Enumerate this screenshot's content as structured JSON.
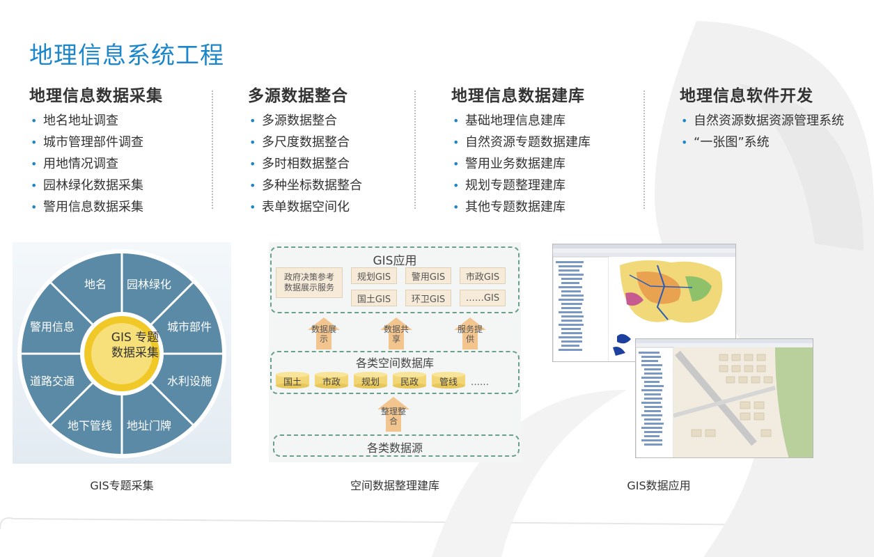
{
  "title": "地理信息系统工程",
  "columns": [
    {
      "heading": "地理信息数据采集",
      "items": [
        "地名地址调查",
        "城市管理部件调查",
        "用地情况调查",
        "园林绿化数据采集",
        "警用信息数据采集"
      ]
    },
    {
      "heading": "多源数据整合",
      "items": [
        "多源数据整合",
        "多尺度数据整合",
        "多时相数据整合",
        "多种坐标数据整合",
        "表单数据空间化"
      ]
    },
    {
      "heading": "地理信息数据建库",
      "items": [
        "基础地理信息建库",
        "自然资源专题数据建库",
        "警用业务数据建库",
        "规划专题整理建库",
        "其他专题数据建库"
      ]
    },
    {
      "heading": "地理信息软件开发",
      "items": [
        "自然资源数据资源管理系统",
        "“一张图”系统"
      ]
    }
  ],
  "wheel": {
    "center_line1": "GIS 专题",
    "center_line2": "数据采集",
    "segments": [
      "地名",
      "园林绿化",
      "城市部件",
      "水利设施",
      "地址门牌",
      "地下管线",
      "道路交通",
      "警用信息"
    ]
  },
  "flow": {
    "app_title": "GIS应用",
    "left_tag": "政府决策参考数据展示服务",
    "app_tags": [
      "规划GIS",
      "警用GIS",
      "市政GIS",
      "国土GIS",
      "环卫GIS",
      "……GIS"
    ],
    "arrows_top": [
      "数据展示",
      "数据共享",
      "服务提供"
    ],
    "db_title": "各类空间数据库",
    "dbs": [
      "国土",
      "市政",
      "规划",
      "民政",
      "管线"
    ],
    "db_more": "……",
    "arrow_mid": "整理整合",
    "source_title": "各类数据源"
  },
  "captions": [
    "GIS专题采集",
    "空间数据整理建库",
    "GIS数据应用"
  ],
  "colors": {
    "accent": "#1b86c9",
    "wheel": "#5b8aa7",
    "wheel_center": "#f0c929",
    "dash": "#6aa08a",
    "arrow": "#f2c58e"
  }
}
